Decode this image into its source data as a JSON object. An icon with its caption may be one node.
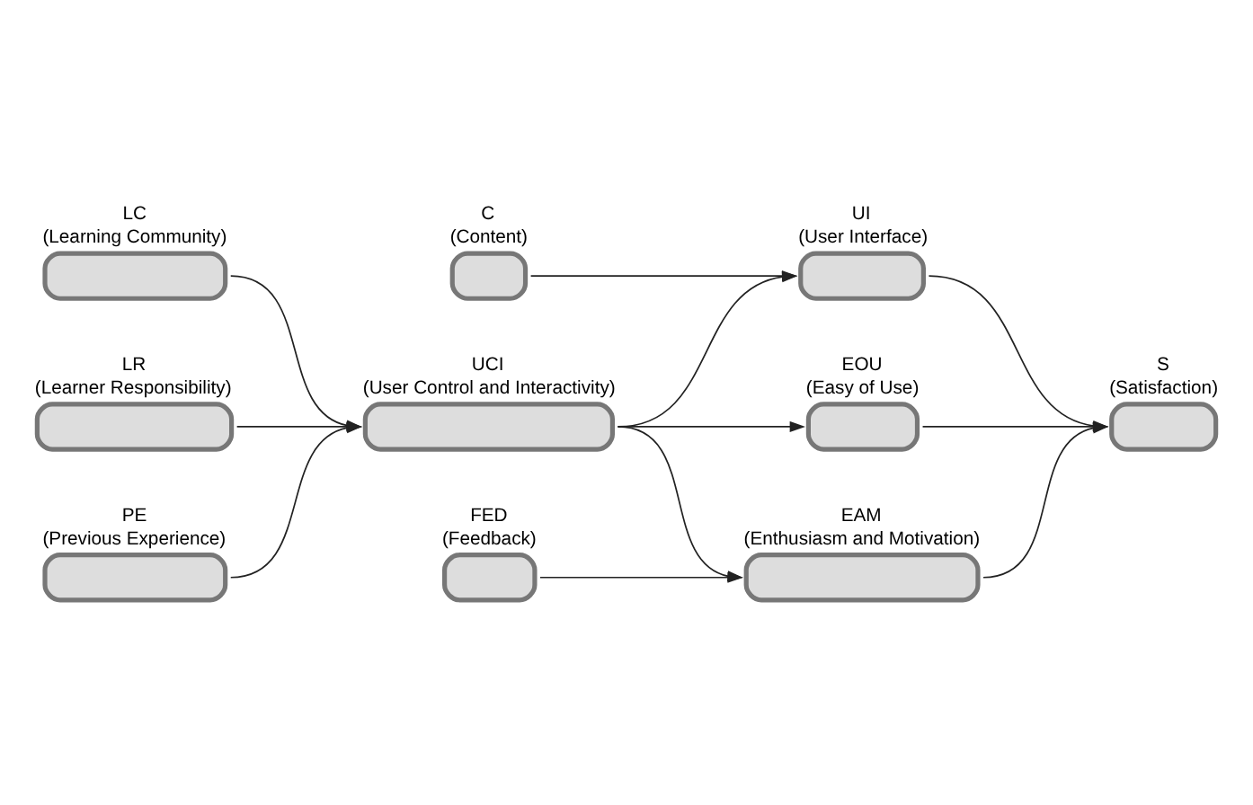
{
  "diagram": {
    "nodes": [
      {
        "text": [
          "C",
          "(Content)"
        ]
      },
      {
        "text": [
          "LC",
          "(Learning Community)"
        ]
      },
      {
        "text": [
          "UI",
          "(User Interface)"
        ]
      },
      {
        "text": [
          "UCI",
          "(User Control and Interactivity)"
        ]
      },
      {
        "text": [
          "LR",
          "(Learner Responsibility)"
        ]
      },
      {
        "text": [
          "EOU",
          "(Easy of Use)"
        ]
      },
      {
        "text": [
          "S",
          "(Satisfaction)"
        ]
      },
      {
        "text": [
          "PE",
          "(Previous Experience)"
        ]
      },
      {
        "text": [
          "FED",
          "(Feedback)"
        ]
      },
      {
        "text": [
          "EAM",
          "(Enthusiasm and Motivation)"
        ]
      }
    ],
    "edges": [
      {
        "from": 1,
        "to": 3,
        "arrow": "to"
      },
      {
        "from": 4,
        "to": 3,
        "arrow": "to"
      },
      {
        "from": 7,
        "to": 3,
        "arrow": "to"
      },
      {
        "from": 0,
        "to": 2,
        "arrow": "to"
      },
      {
        "from": 3,
        "to": 2,
        "arrow": "to"
      },
      {
        "from": 3,
        "to": 5,
        "arrow": "to"
      },
      {
        "from": 3,
        "to": 9,
        "arrow": "to"
      },
      {
        "from": 8,
        "to": 9,
        "arrow": "to"
      },
      {
        "from": 2,
        "to": 6,
        "arrow": "to"
      },
      {
        "from": 5,
        "to": 6,
        "arrow": "to"
      },
      {
        "from": 9,
        "to": 6,
        "arrow": "to"
      }
    ]
  }
}
